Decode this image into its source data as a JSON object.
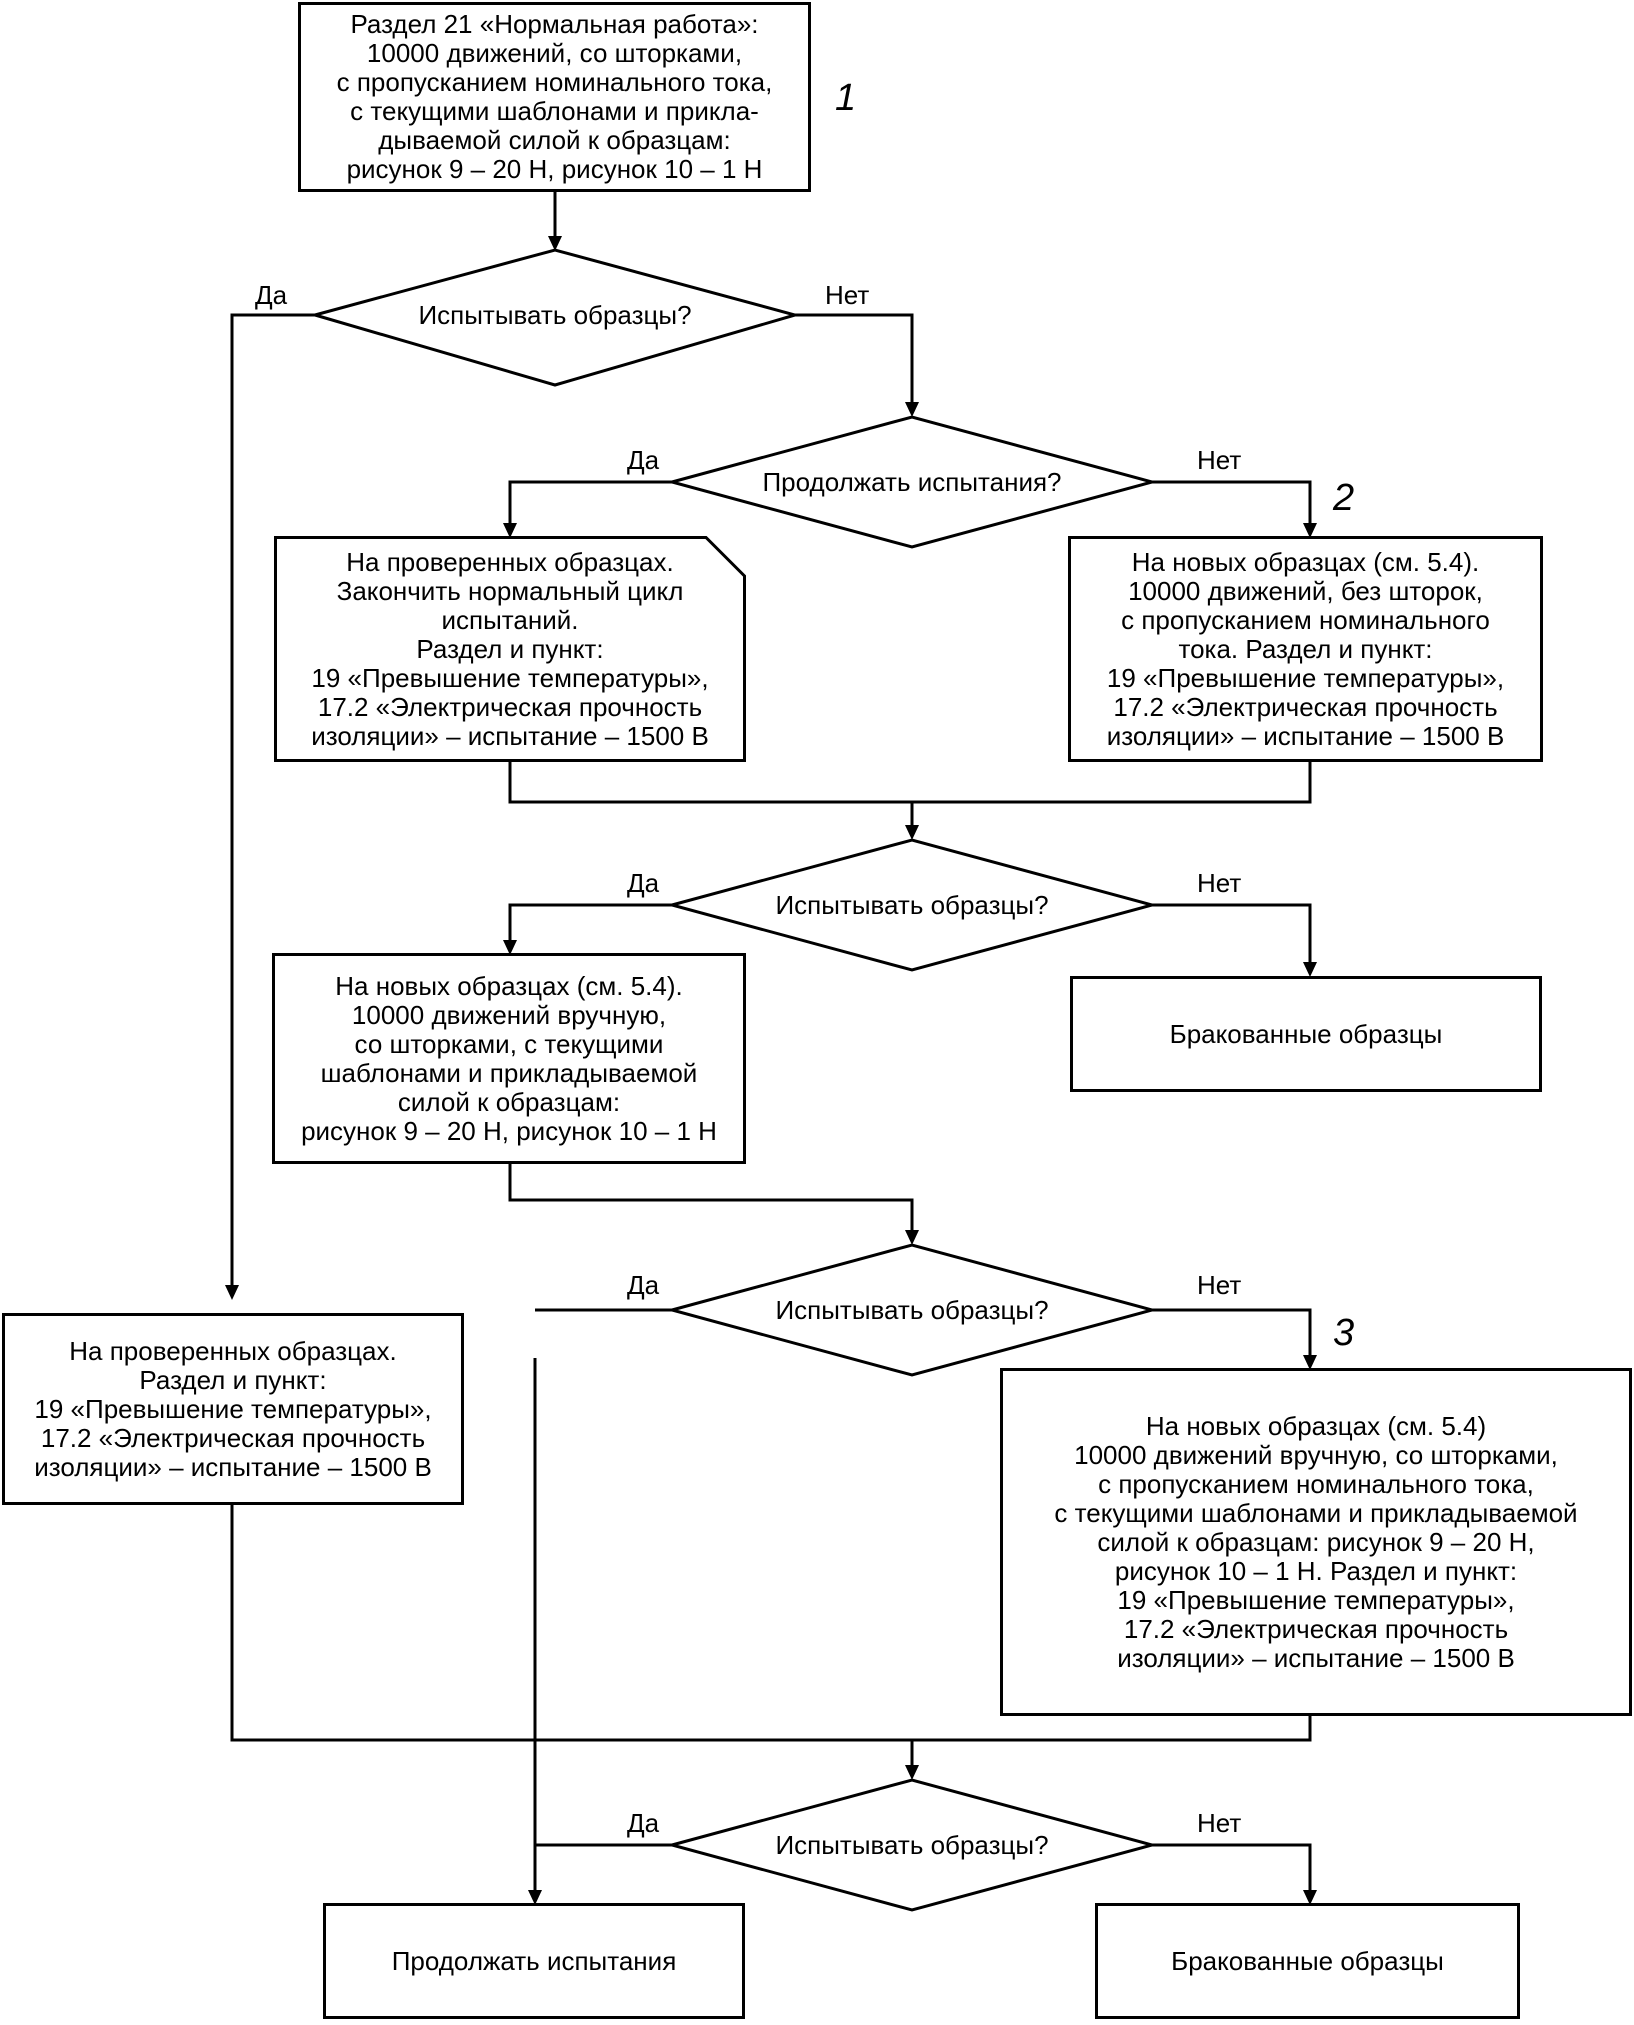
{
  "start_box": "Раздел 21 «Нормальная работа»:\n10000 движений, со шторками,\nс пропусканием номинального тока,\nс текущими шаблонами и прикла-\nдываемой силой к образцам:\nрисунок 9 – 20 Н, рисунок 10 – 1 Н",
  "markers": {
    "m1": "1",
    "m2": "2",
    "m3": "3"
  },
  "decisions": {
    "d1": "Испытывать образцы?",
    "d2": "Продолжать испытания?",
    "d3": "Испытывать образцы?",
    "d4": "Испытывать образцы?",
    "d5": "Испытывать образцы?"
  },
  "labels": {
    "yes": "Да",
    "no": "Нет"
  },
  "boxes": {
    "checked_continue": "На проверенных образцах.\nЗакончить нормальный цикл\nиспытаний.\nРаздел и пункт:\n19 «Превышение температуры»,\n17.2 «Электрическая прочность\nизоляции» – испытание – 1500 В",
    "new_no_shutters": "На новых образцах (см. 5.4).\n10000 движений, без шторок,\nс пропусканием номинального\nтока. Раздел и пункт:\n19 «Превышение температуры»,\n17.2 «Электрическая прочность\nизоляции» – испытание – 1500 В",
    "rejected_1": "Бракованные образцы",
    "new_manual": "На новых образцах (см. 5.4).\n10000 движений вручную,\nсо шторками, с текущими\nшаблонами и прикладываемой\nсилой к образцам:\nрисунок 9 – 20 Н, рисунок 10 – 1 Н",
    "checked_final": "На проверенных образцах.\nРаздел и пункт:\n19 «Превышение температуры»,\n17.2 «Электрическая прочность\nизоляции» – испытание – 1500 В",
    "new_manual_current": "На новых образцах (см. 5.4)\n10000 движений вручную, со шторками,\nс пропусканием номинального тока,\nс текущими шаблонами и прикладываемой\nсилой к образцам: рисунок 9 – 20 Н,\nрисунок 10 – 1 Н. Раздел и пункт:\n19 «Превышение температуры»,\n17.2 «Электрическая прочность\nизоляции» – испытание – 1500 В",
    "continue_tests": "Продолжать испытания",
    "rejected_2": "Бракованные образцы"
  }
}
